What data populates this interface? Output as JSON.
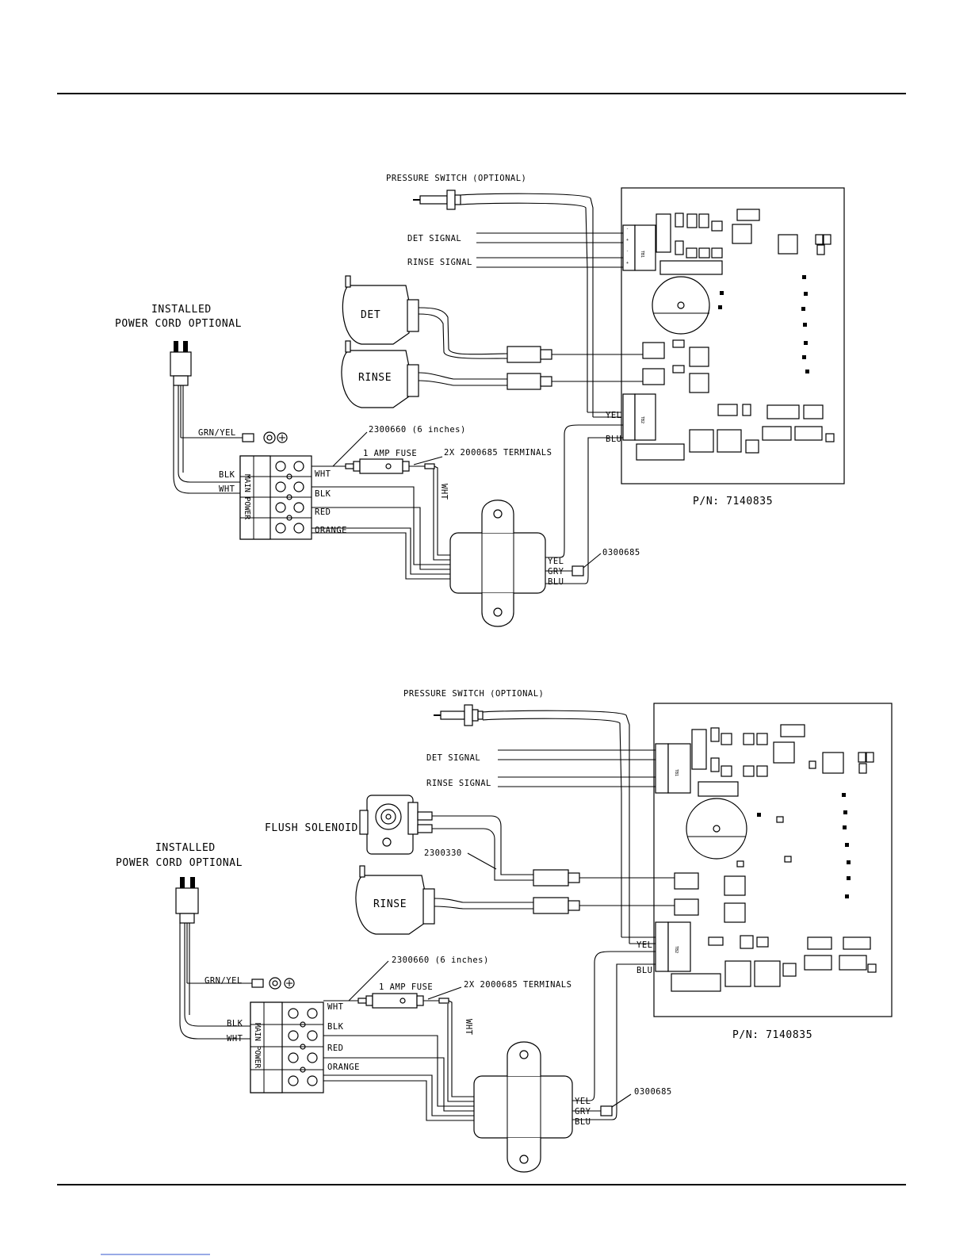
{
  "diagrams": [
    {
      "pressure_switch_label": "PRESSURE SWITCH (OPTIONAL)",
      "signal_labels": [
        "DET SIGNAL",
        "RINSE SIGNAL"
      ],
      "pumps": [
        "DET",
        "RINSE"
      ],
      "power_cord_label": [
        "INSTALLED",
        "POWER CORD OPTIONAL"
      ],
      "ground_wire": "GRN/YEL",
      "cord_wires": [
        "BLK",
        "WHT"
      ],
      "jumper_label": "2300660 (6 inches)",
      "fuse_label": "1 AMP FUSE",
      "terminals_label": "2X 2000685 TERMINALS",
      "fuse_wire": "WHT",
      "main_power_label": "MAIN POWER",
      "terminal_wires": [
        "WHT",
        "BLK",
        "RED",
        "ORANGE"
      ],
      "secondary_wires": [
        "YEL",
        "GRY",
        "BLU"
      ],
      "splice_label": "0300685",
      "board_wires": [
        "YEL",
        "BLU"
      ],
      "part_number": "P/N: 7140835"
    },
    {
      "pressure_switch_label": "PRESSURE SWITCH (OPTIONAL)",
      "signal_labels": [
        "DET SIGNAL",
        "RINSE SIGNAL"
      ],
      "solenoid_label": "FLUSH SOLENOID",
      "solenoid_harness": "2300330",
      "pumps": [
        "RINSE"
      ],
      "power_cord_label": [
        "INSTALLED",
        "POWER CORD OPTIONAL"
      ],
      "ground_wire": "GRN/YEL",
      "cord_wires": [
        "BLK",
        "WHT"
      ],
      "jumper_label": "2300660 (6 inches)",
      "fuse_label": "1 AMP FUSE",
      "terminals_label": "2X 2000685 TERMINALS",
      "fuse_wire": "WHT",
      "main_power_label": "MAIN POWER",
      "terminal_wires": [
        "WHT",
        "BLK",
        "RED",
        "ORANGE"
      ],
      "secondary_wires": [
        "YEL",
        "GRY",
        "BLU"
      ],
      "splice_label": "0300685",
      "board_wires": [
        "YEL",
        "BLU"
      ],
      "part_number": "P/N: 7140835"
    }
  ]
}
